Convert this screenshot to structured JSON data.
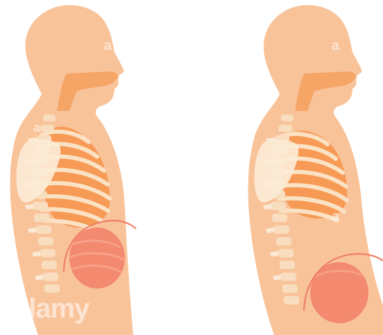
{
  "illustration": {
    "subject": "breathing-diaphragm-comparison",
    "panels": [
      {
        "id": "left",
        "lung_state": "expanded",
        "abdomen_state": "small"
      },
      {
        "id": "right",
        "lung_state": "compressed",
        "abdomen_state": "large"
      }
    ],
    "colors": {
      "skin": "#F9C39A",
      "skin_edge": "#F2B285",
      "airway": "#F5A566",
      "lungs": "#F79A55",
      "rib": "#FBE2C4",
      "spine": "#F8DDBE",
      "shoulder": "#FCEBD6",
      "stomach": "#F3896F",
      "diaphragm_line": "#EE7F67",
      "background": "#FFFFFF"
    }
  },
  "watermarks": {
    "brand_text": "alamy",
    "marks": [
      "a",
      "a",
      "a",
      "a"
    ]
  }
}
